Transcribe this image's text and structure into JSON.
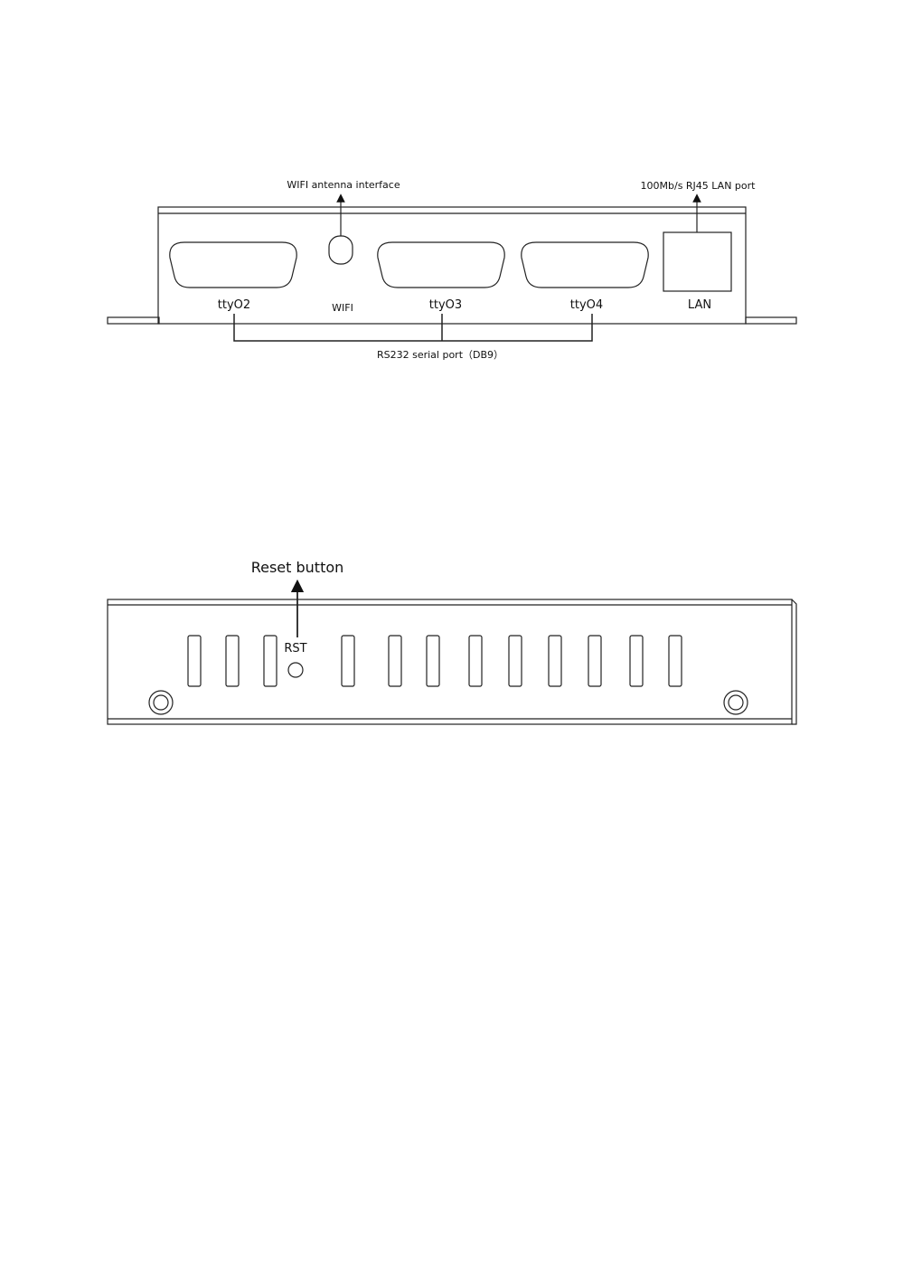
{
  "front_panel": {
    "wifi_callout": "WIFI antenna interface",
    "lan_callout": "100Mb/s RJ45 LAN port",
    "ports": {
      "tty02": "ttyO2",
      "wifi": "WIFI",
      "tty03": "ttyO3",
      "tty04": "ttyO4",
      "lan": "LAN"
    },
    "serial_bracket_label": "RS232 serial port（DB9）"
  },
  "side_panel": {
    "reset_callout": "Reset button",
    "rst_label": "RST"
  },
  "colors": {
    "stroke": "#222222",
    "background": "#ffffff"
  }
}
